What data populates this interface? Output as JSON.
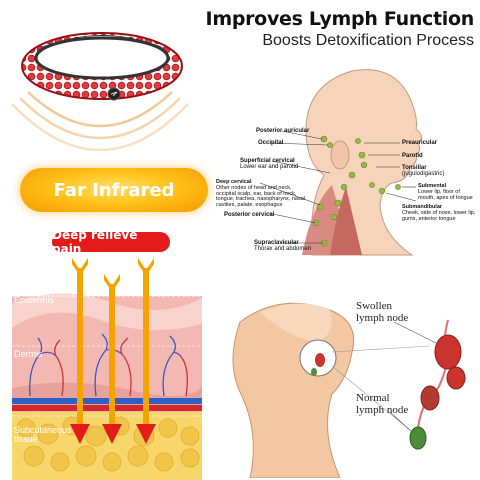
{
  "header": {
    "title": "Improves Lymph Function",
    "subtitle": "Boosts Detoxification Process"
  },
  "infrared": {
    "badge_label": "Far Infrared",
    "pain_label": "Deep relieve pain"
  },
  "skin_layers": {
    "epidermis": "Epidermis",
    "dermis": "Dermis",
    "subcutaneous": "Subcutaneous tissue"
  },
  "lymph_chart": {
    "posterior_auricular": "Posterior auricular",
    "occipital": "Occipital",
    "superficial_cervical": "Superficial cervical",
    "superficial_cervical_sub": "Lower ear and parotid",
    "deep_cervical": "Deep cervical",
    "deep_cervical_sub": "Other nodes of head and neck, occipital scalp, ear, back of neck, tongue, trachea, nasopharynx, nasal cavities, palate, esophagus",
    "posterior_cervical": "Posterior cervical",
    "supraclavicular": "Supraclavicular",
    "supraclavicular_sub": "Thorax and abdomen",
    "preauricular": "Preauricular",
    "parotid": "Parotid",
    "tonsillar": "Tonsillar",
    "tonsillar_sub": "(jugulodigastric)",
    "submental": "Submental",
    "submental_sub": "Lower lip, floor of mouth, apex of tongue",
    "submandibular": "Submandibular",
    "submandibular_sub": "Cheek, side of nose, lower lip, gums, anterior tongue"
  },
  "lymph_node": {
    "swollen": "Swollen lymph node",
    "normal": "Normal lymph node"
  },
  "colors": {
    "bracelet_red": "#d91f26",
    "infrared_orange": "#f5a300",
    "badge_red": "#e41b1b",
    "arrow_orange": "#f5a300",
    "skin_pink": "#f3b8b2"
  },
  "icons": [
    "bracelet-logo-icon",
    "heat-wave-icon",
    "infrared-arrow-icon"
  ]
}
